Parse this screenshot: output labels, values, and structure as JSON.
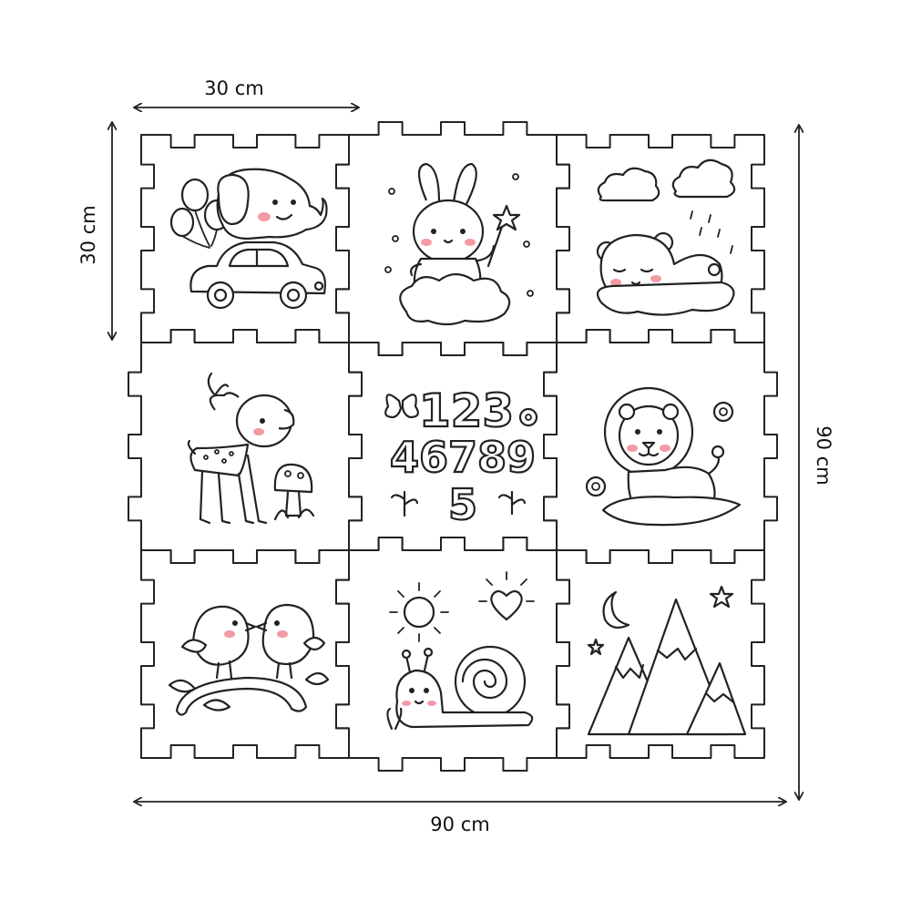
{
  "dimensions": {
    "tile_width_label": "30 cm",
    "tile_height_label": "30 cm",
    "total_width_label": "90 cm",
    "total_height_label": "90 cm"
  },
  "tiles": [
    {
      "subject": "elephant-car"
    },
    {
      "subject": "bunny"
    },
    {
      "subject": "sleeping-bear"
    },
    {
      "subject": "deer"
    },
    {
      "subject": "numbers",
      "top_digits": "123",
      "middle_digits": "46789",
      "bottom_digit": "5"
    },
    {
      "subject": "lion"
    },
    {
      "subject": "birds"
    },
    {
      "subject": "snail"
    },
    {
      "subject": "mountains"
    }
  ]
}
